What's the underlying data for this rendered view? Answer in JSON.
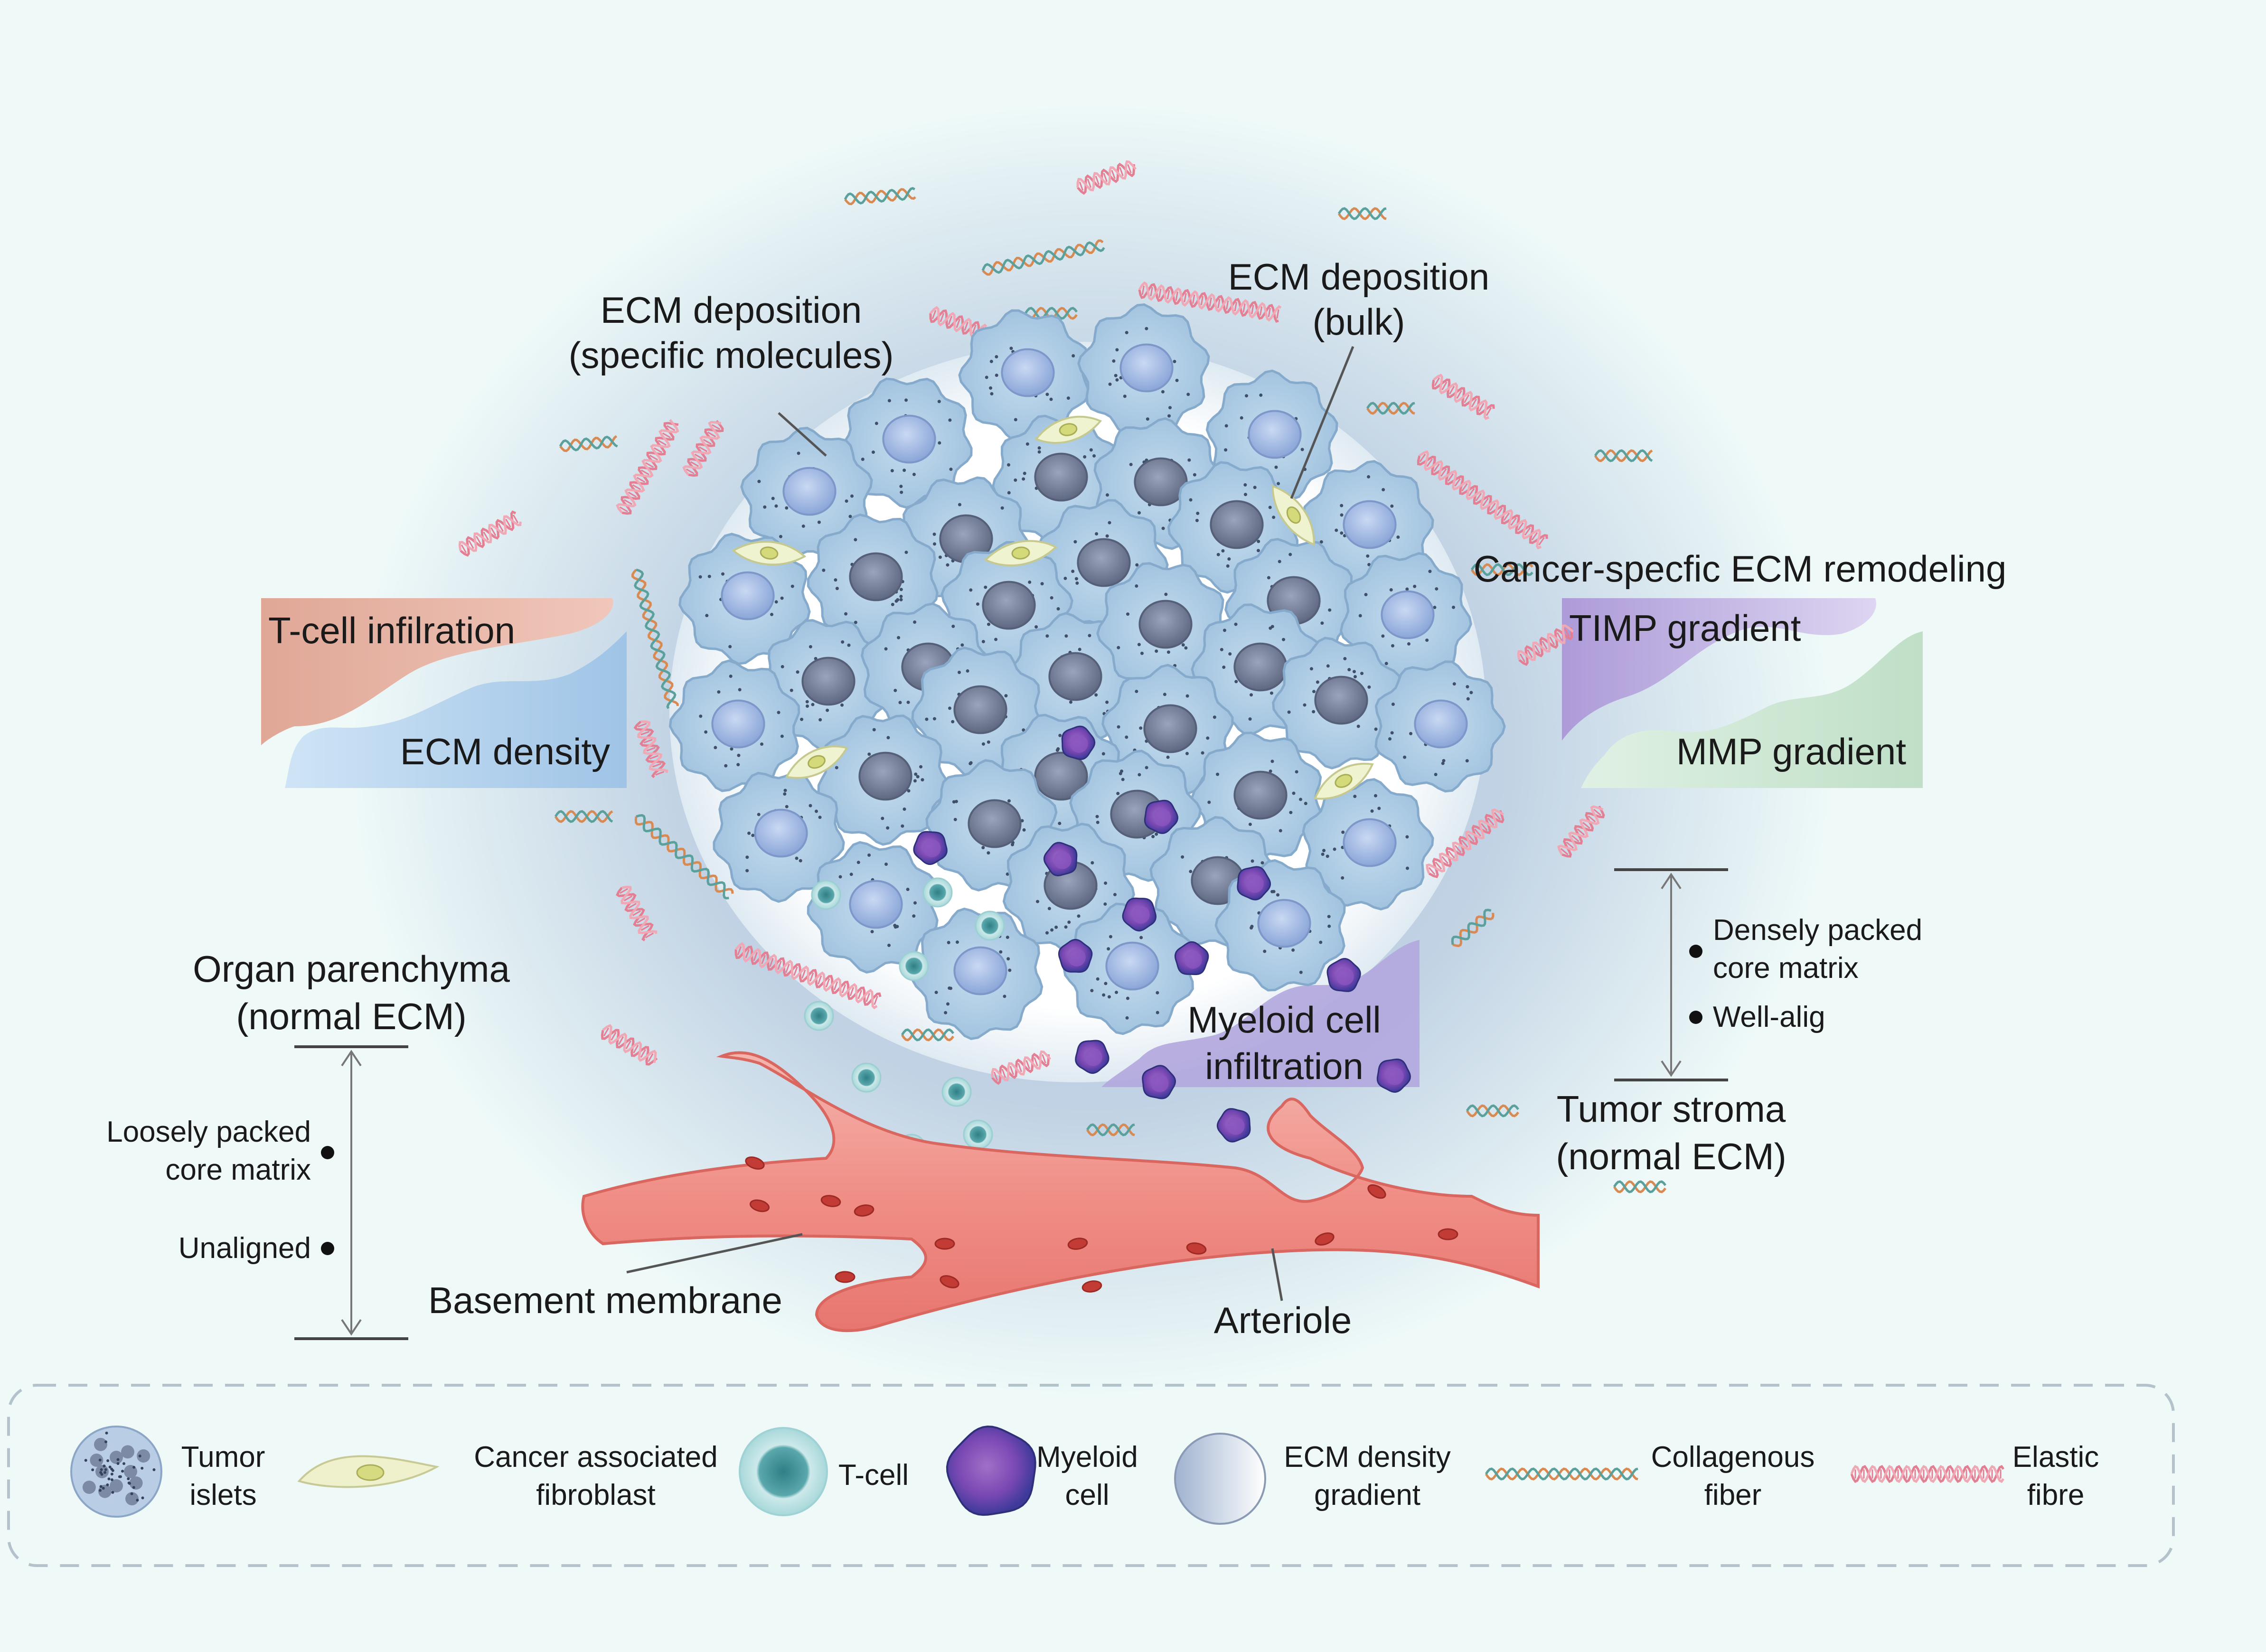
{
  "labels": {
    "ecm_specific": [
      "ECM deposition",
      "(specific molecules)"
    ],
    "ecm_bulk": [
      "ECM deposition",
      "(bulk)"
    ],
    "remodeling": "Cancer-specfic ECM remodeling",
    "tcell_infiltration": "T-cell infilration",
    "ecm_density": "ECM density",
    "timp_gradient": "TIMP gradient",
    "mmp_gradient": "MMP gradient",
    "organ": [
      "Organ parenchyma",
      "(normal ECM)"
    ],
    "left_bullets": [
      [
        "Loosely packed",
        "core matrix"
      ],
      [
        "Unaligned"
      ]
    ],
    "right_bullets": [
      [
        "Densely packed",
        "core matrix"
      ],
      [
        "Well-alig"
      ]
    ],
    "tumor_stroma": [
      "Tumor stroma",
      "(normal ECM)"
    ],
    "myeloid_infiltration": [
      "Myeloid cell",
      "infiltration"
    ],
    "basement": "Basement membrane",
    "arteriole": "Arteriole"
  },
  "legend": [
    {
      "icon": "tumor-islets-icon",
      "label": [
        "Tumor",
        "islets"
      ]
    },
    {
      "icon": "fibroblast-icon",
      "label": [
        "Cancer associated",
        "fibroblast"
      ]
    },
    {
      "icon": "t-cell-icon",
      "label": [
        "T-cell"
      ]
    },
    {
      "icon": "myeloid-cell-icon",
      "label": [
        "Myeloid",
        "cell"
      ]
    },
    {
      "icon": "ecm-gradient-icon",
      "label": [
        "ECM density",
        "gradient"
      ]
    },
    {
      "icon": "collagenous-fiber-icon",
      "label": [
        "Collagenous",
        "fiber"
      ]
    },
    {
      "icon": "elastic-fibre-icon",
      "label": [
        "Elastic",
        "fibre"
      ]
    }
  ],
  "colors": {
    "background": "#eef9f8",
    "tumor_cell": "#a9c9e3",
    "nucleus_light": "#9fb8e3",
    "nucleus_dark": "#6e7890",
    "fibroblast": "#eef1c9",
    "t_cell": "#3f8f95",
    "myeloid": "#6a3fa8",
    "arteriole": "#e98e86",
    "tcell_band": "#e9b4a5",
    "ecm_band": "#b9d7ef",
    "timp_band": "#c6b8e6",
    "mmp_band": "#cfe8d5"
  }
}
